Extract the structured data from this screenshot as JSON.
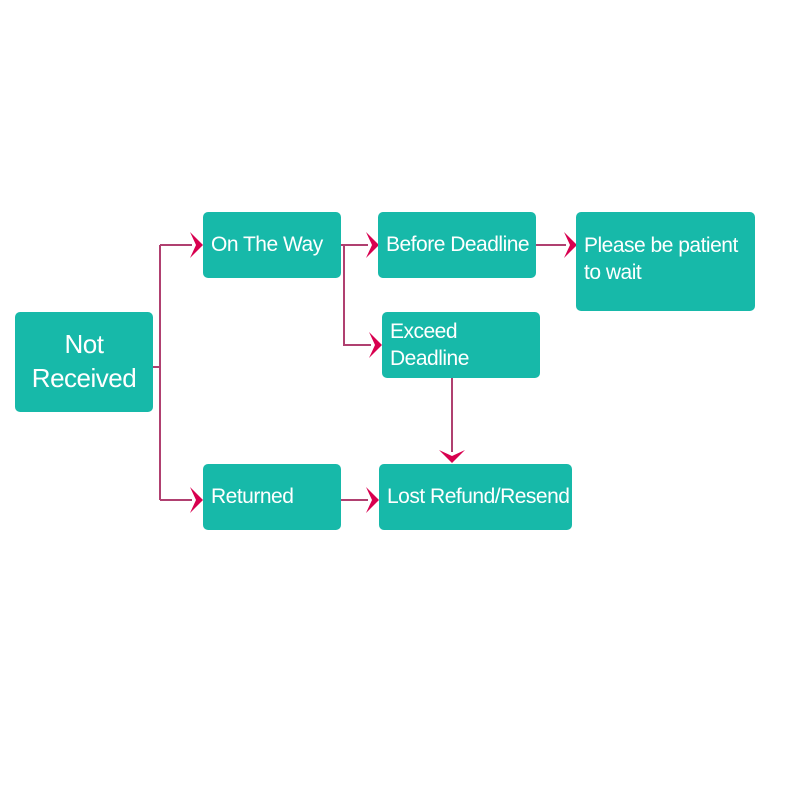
{
  "nodes": {
    "not_received": "Not Received",
    "on_the_way": "On The Way",
    "returned": "Returned",
    "before_deadline": "Before Deadline",
    "exceed_deadline": "Exceed Deadline",
    "lost_refund": "Lost Refund/Resend",
    "please_wait": "Please be patient to wait"
  },
  "colors": {
    "box": "#17b9a9",
    "connector": "#b04070",
    "arrowhead": "#d8004f"
  }
}
